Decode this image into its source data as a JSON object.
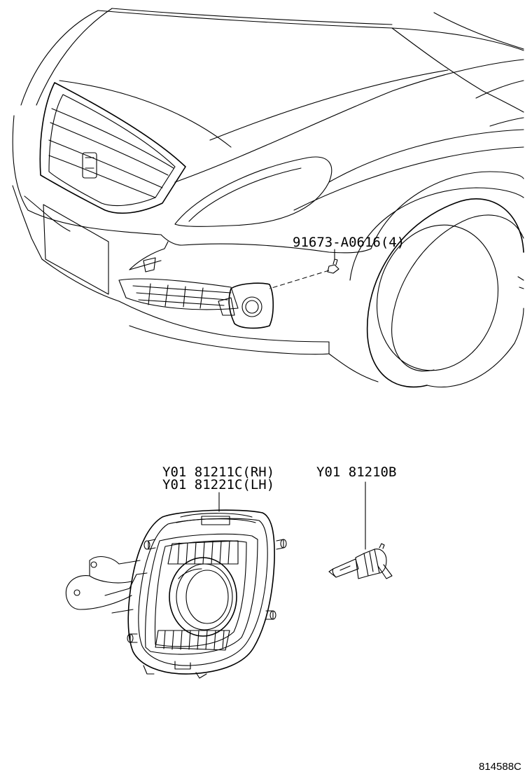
{
  "callouts": {
    "bolt": "91673-A0616(4)",
    "lamp_rh": "Y01  81211C(RH)",
    "lamp_lh": "Y01  81221C(LH)",
    "bulb": "Y01 81210B"
  },
  "drawing_code": "814588C"
}
